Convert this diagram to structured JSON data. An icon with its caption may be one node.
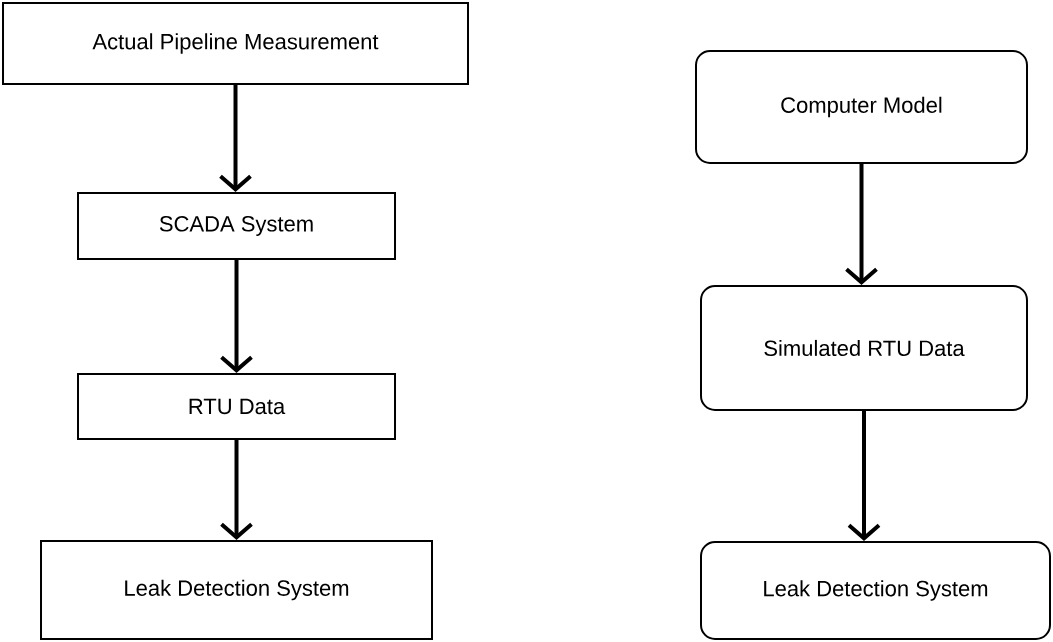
{
  "diagram": {
    "nodes": [
      {
        "text": [
          "Actual Pipeline Measurement"
        ]
      },
      {
        "text": [
          "SCADA System"
        ]
      },
      {
        "text": [
          "RTU Data"
        ]
      },
      {
        "text": [
          "Leak Detection System"
        ]
      },
      {
        "text": [
          "Computer Model"
        ]
      },
      {
        "text": [
          "Simulated RTU Data"
        ]
      },
      {
        "text": [
          "Leak Detection System"
        ]
      }
    ],
    "edges": [
      {
        "from": 0,
        "to": 1,
        "arrow": "to"
      },
      {
        "from": 1,
        "to": 2,
        "arrow": "to"
      },
      {
        "from": 2,
        "to": 3,
        "arrow": "to"
      },
      {
        "from": 4,
        "to": 5,
        "arrow": "to"
      },
      {
        "from": 5,
        "to": 6,
        "arrow": "to"
      }
    ]
  }
}
